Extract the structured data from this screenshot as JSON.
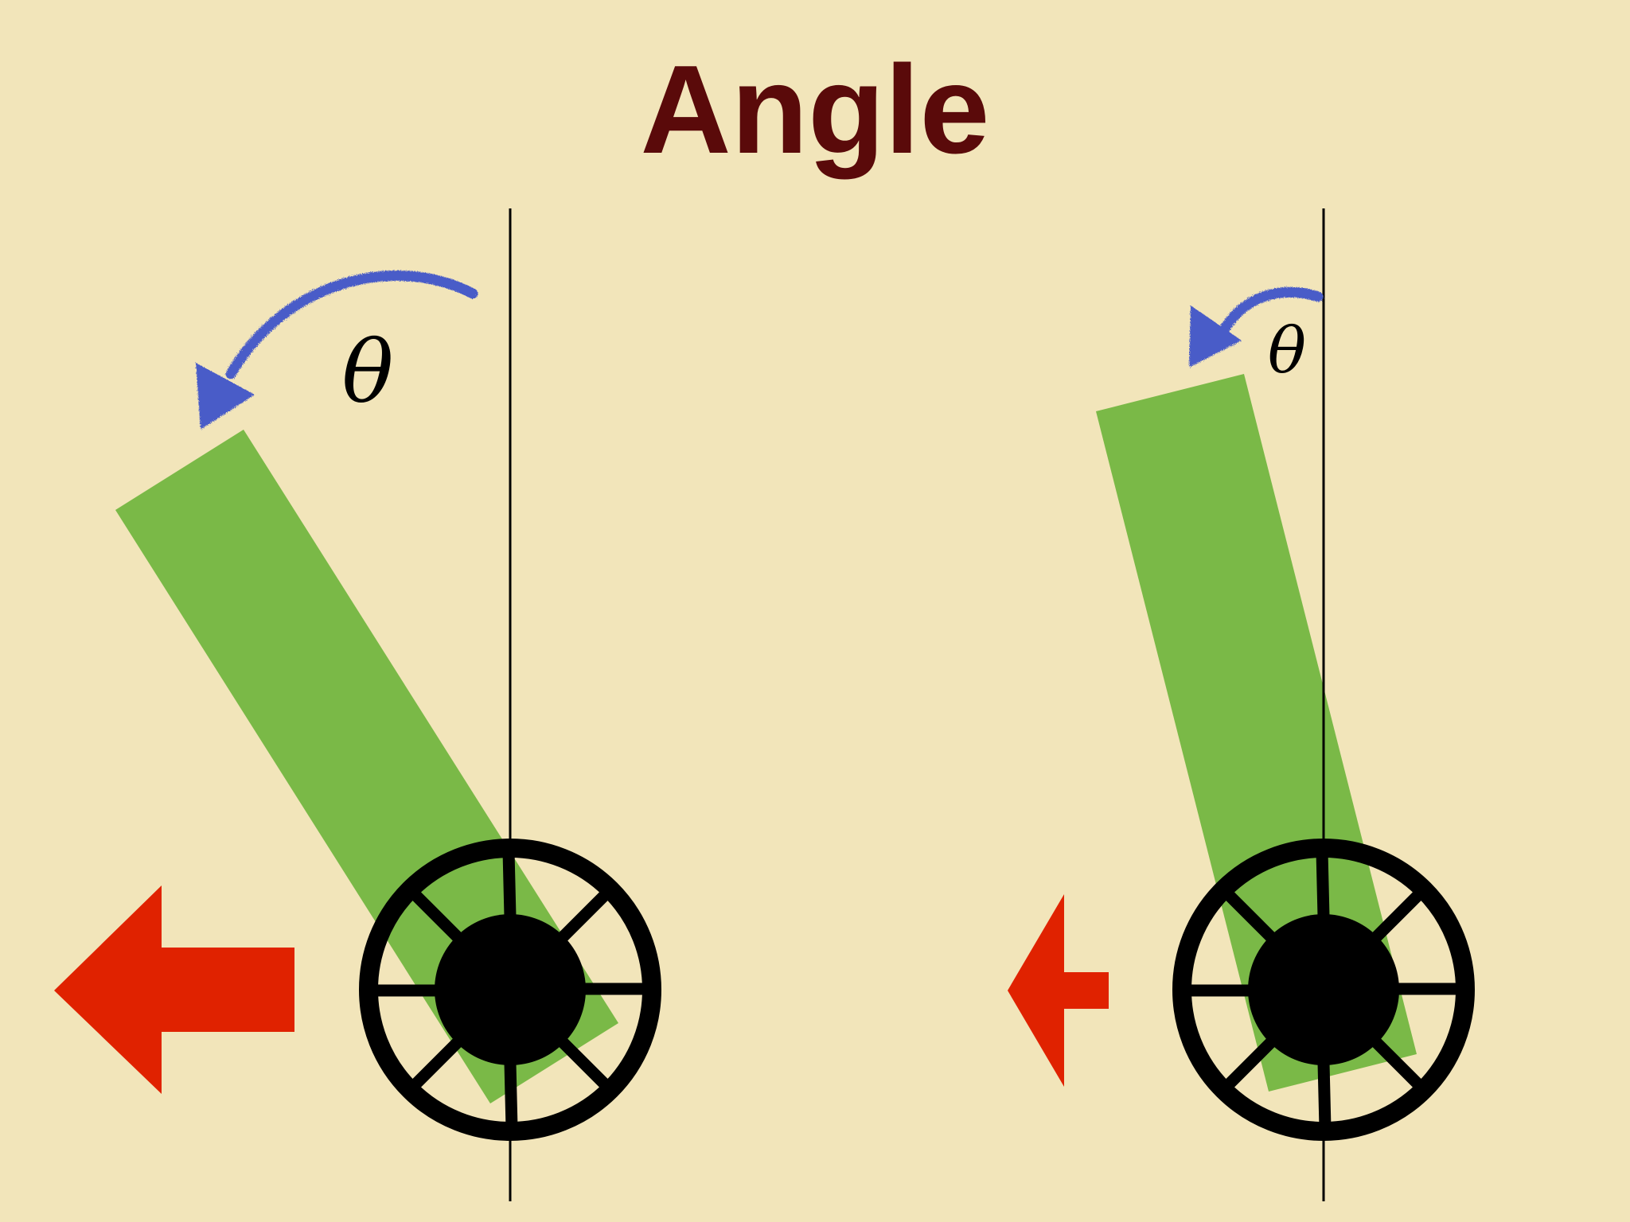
{
  "title": "Angle",
  "colors": {
    "background": "#F2E5BA",
    "title": "#5A0A0A",
    "pendulum": "#7AB947",
    "wheel": "#000000",
    "arrow": "#E02200",
    "angle_arrow": "#4A5BC8",
    "reference_line": "#000000"
  },
  "panels": [
    {
      "name": "large-angle",
      "angle_label": "θ",
      "tilt_direction": "left",
      "push_arrow": {
        "direction": "left",
        "size": "large"
      }
    },
    {
      "name": "small-angle",
      "angle_label": "θ",
      "tilt_direction": "left",
      "push_arrow": {
        "direction": "left",
        "size": "small"
      }
    }
  ]
}
